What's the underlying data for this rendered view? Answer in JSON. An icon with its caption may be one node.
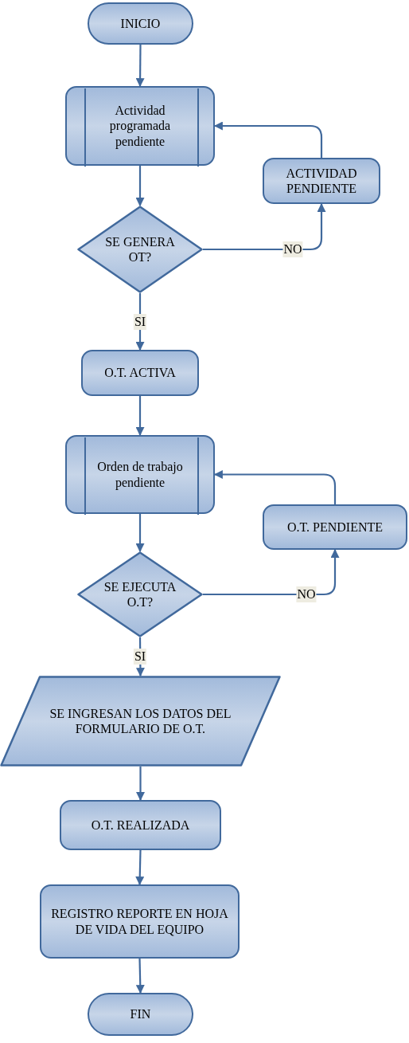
{
  "diagram": {
    "nodes": [
      {
        "text": [
          "INICIO"
        ]
      },
      {
        "text": [
          "Actividad programada pendiente"
        ]
      },
      {
        "text": [
          "ACTIVIDAD PENDIENTE"
        ]
      },
      {
        "text": [
          "SE GENERA OT?"
        ]
      },
      {
        "text": [
          "O.T. ACTIVA"
        ]
      },
      {
        "text": [
          "Orden de trabajo pendiente"
        ]
      },
      {
        "text": [
          "O.T. PENDIENTE"
        ]
      },
      {
        "text": [
          "SE EJECUTA O.T?"
        ]
      },
      {
        "text": [
          "SE INGRESAN LOS DATOS DEL FORMULARIO DE O.T."
        ]
      },
      {
        "text": [
          "O.T. REALIZADA"
        ]
      },
      {
        "text": [
          "REGISTRO REPORTE EN HOJA DE VIDA DEL EQUIPO"
        ]
      },
      {
        "text": [
          "FIN"
        ]
      }
    ],
    "edges": [
      {
        "from": 0,
        "to": 1,
        "arrow": "to"
      },
      {
        "from": 1,
        "to": 3,
        "arrow": "to"
      },
      {
        "from": 3,
        "to": 2,
        "arrow": "to",
        "label": "NO"
      },
      {
        "from": 2,
        "to": 1,
        "arrow": "to"
      },
      {
        "from": 3,
        "to": 4,
        "arrow": "to",
        "label": "SI"
      },
      {
        "from": 4,
        "to": 5,
        "arrow": "to"
      },
      {
        "from": 5,
        "to": 7,
        "arrow": "to"
      },
      {
        "from": 7,
        "to": 6,
        "arrow": "to",
        "label": "NO"
      },
      {
        "from": 6,
        "to": 5,
        "arrow": "to"
      },
      {
        "from": 7,
        "to": 8,
        "arrow": "to",
        "label": "SI"
      },
      {
        "from": 8,
        "to": 9,
        "arrow": "to"
      },
      {
        "from": 9,
        "to": 10,
        "arrow": "to"
      },
      {
        "from": 10,
        "to": 11,
        "arrow": "to"
      }
    ]
  }
}
